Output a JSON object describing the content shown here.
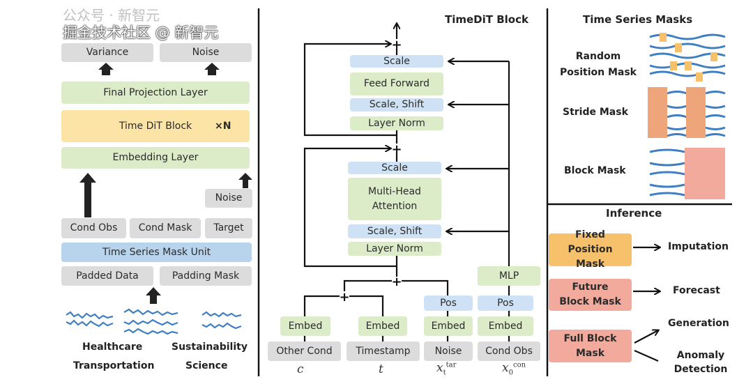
{
  "left_panel": {
    "outputs": [
      "Variance",
      "Noise"
    ],
    "final_projection": "Final Projection Layer",
    "dit_block": "Time DiT Block",
    "repeat": "×N",
    "embedding": "Embedding Layer",
    "noise": "Noise",
    "inputs": [
      "Cond Obs",
      "Cond Mask",
      "Target"
    ],
    "mask_unit": "Time Series Mask Unit",
    "padded": [
      "Padded Data",
      "Padding Mask"
    ],
    "domains": [
      "Healthcare",
      "Sustainability",
      "Transportation",
      "Science"
    ]
  },
  "block": {
    "title": "TimeDiT Block",
    "ff_group": [
      "Scale",
      "Feed Forward",
      "Scale, Shift",
      "Layer Norm"
    ],
    "attn_group": [
      "Scale",
      "Multi-Head Attention",
      "Scale, Shift",
      "Layer Norm"
    ],
    "mlp": "MLP",
    "pos": "Pos",
    "embed": "Embed",
    "inputs": [
      "Other Cond",
      "Timestamp",
      "Noise",
      "Cond Obs"
    ],
    "symbols": {
      "c": "c",
      "t": "t",
      "x_tar_base": "x",
      "x_tar_sub": "t",
      "x_tar_sup": "tar",
      "x_con_base": "x",
      "x_con_sub": "0",
      "x_con_sup": "con"
    },
    "plus": "+"
  },
  "masks": {
    "title": "Time Series Masks",
    "items": [
      "Random Position Mask",
      "Stride Mask",
      "Block Mask"
    ]
  },
  "inference": {
    "title": "Inference",
    "masks": [
      "Fixed Position Mask",
      "Future Block Mask",
      "Full Block Mask"
    ],
    "tasks": [
      "Imputation",
      "Forecast",
      "Generation",
      "Anomaly Detection"
    ]
  },
  "watermark": {
    "line1": "公众号 · 新智元",
    "line2": "掘金技术社区 @ 新智元"
  },
  "colors": {
    "gray": "#dcdcdc",
    "green": "#dcebc8",
    "blue": "#cfe2f5",
    "yellow": "#fce3a6",
    "orange": "#f7c06b",
    "pink": "#f2aa9c",
    "stride": "#eea57a",
    "wave": "#3f7fc1"
  }
}
